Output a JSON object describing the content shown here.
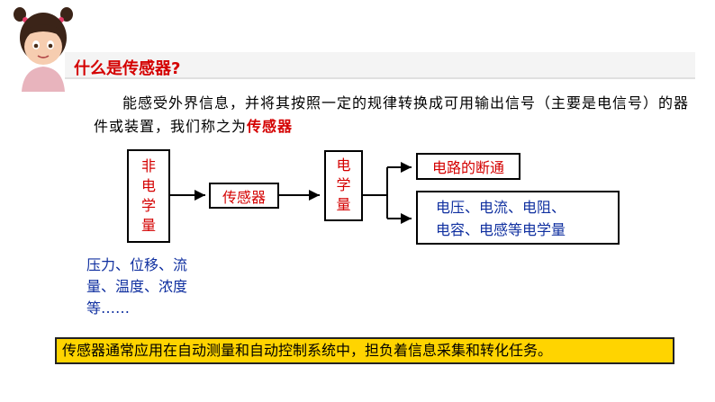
{
  "title": "什么是传感器?",
  "intro": {
    "text": "能感受外界信息，并将其按照一定的规律转换成可用输出信号（主要是电信号）的器件或装置，我们称之为",
    "highlight": "传感器"
  },
  "diagram": {
    "input": [
      "非",
      "电",
      "学",
      "量"
    ],
    "sensor": "传感器",
    "electric": [
      "电",
      "学",
      "量"
    ],
    "output1": "电路的断通",
    "output2_line1": "电压、电流、电阻、",
    "output2_line2": "电容、电感等电学量"
  },
  "note_lines": [
    "压力、位移、流",
    "量、温度、浓度",
    "等……"
  ],
  "summary": "传感器通常应用在自动测量和自动控制系统中，担负着信息采集和转化任务。",
  "colors": {
    "red": "#d40000",
    "blue": "#1030a0",
    "summary_bg": "#ffd400"
  },
  "icons": [
    "girl-avatar"
  ]
}
